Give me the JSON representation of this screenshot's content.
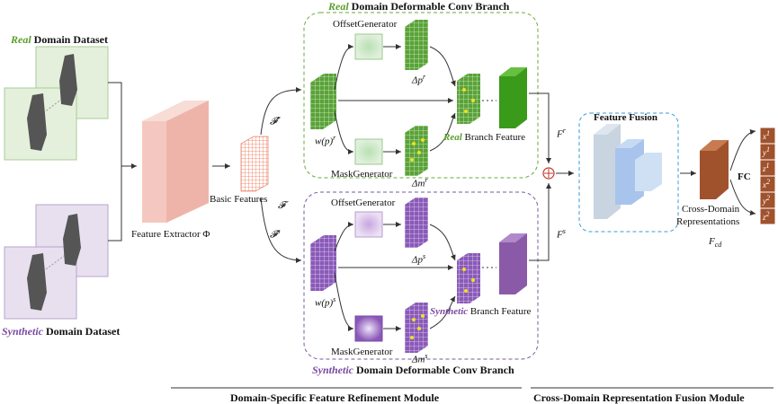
{
  "datasets": {
    "real": {
      "prefix": "Real",
      "suffix": " Domain Dataset"
    },
    "synthetic": {
      "prefix": "Synthetic",
      "suffix": " Domain Dataset"
    }
  },
  "extractor": {
    "label": "Feature Extractor",
    "symbol": "Φ"
  },
  "basic": {
    "label": "Basic Features",
    "symbol": "𝓕"
  },
  "flows": {
    "real": "𝓕",
    "real_sup": "r",
    "syn": "𝓕",
    "syn_sup": "s"
  },
  "real_branch": {
    "title_prefix": "Real",
    "title_suffix": " Domain Deformable Conv Branch",
    "offset_gen": "OffsetGenerator",
    "mask_gen": "MaskGenerator",
    "offset": "Δp",
    "offset_sup": "r",
    "mask": "Δm",
    "mask_sup": "r",
    "wp": "w(p)",
    "wp_sup": "r",
    "feat_prefix": "Real",
    "feat_suffix": " Branch Feature",
    "out": "F",
    "out_sup": "r"
  },
  "syn_branch": {
    "title_prefix": "Synthetic",
    "title_suffix": " Domain Deformable Conv Branch",
    "offset_gen": "OffsetGenerator",
    "mask_gen": "MaskGenerator",
    "offset": "Δp",
    "offset_sup": "s",
    "mask": "Δm",
    "mask_sup": "s",
    "wp": "w(p)",
    "wp_sup": "s",
    "feat_prefix": "Synthetic",
    "feat_suffix": " Branch Feature",
    "out": "F",
    "out_sup": "s"
  },
  "fusion": {
    "title": "Feature Fusion",
    "cross1": "Cross-Domain",
    "cross2": "Representations",
    "fcd": "F",
    "fcd_sub": "cd",
    "fc": "FC",
    "outputs": [
      {
        "v": "x",
        "s": "1"
      },
      {
        "v": "y",
        "s": "1"
      },
      {
        "v": "z",
        "s": "1"
      },
      {
        "v": "x",
        "s": "2"
      },
      {
        "v": "y",
        "s": "2"
      },
      {
        "v": "z",
        "s": "2"
      }
    ]
  },
  "modules": {
    "left": "Domain-Specific Feature  Refinement Module",
    "right": "Cross-Domain Representation Fusion Module"
  },
  "colors": {
    "green": "#5a9e2a",
    "purple": "#7a4aa0",
    "fusion_border": "#3a9ad9",
    "fc_brown": "#a0522d"
  }
}
